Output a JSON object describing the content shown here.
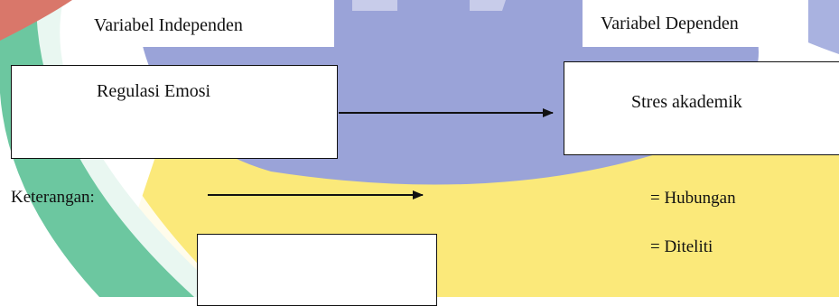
{
  "diagram": {
    "header_left": "Variabel Independen",
    "header_right": "Variabel Dependen",
    "independent_box": "Regulasi Emosi",
    "dependent_box": "Stres akademik"
  },
  "legend": {
    "title": "Keterangan:",
    "relation_label": "= Hubungan",
    "examined_label": "= Diteliti"
  },
  "colors": {
    "watermark_green": "#6cc7a0",
    "watermark_blue": "#9aa3d8",
    "watermark_yellow": "#fbe97a",
    "line": "#111111"
  }
}
